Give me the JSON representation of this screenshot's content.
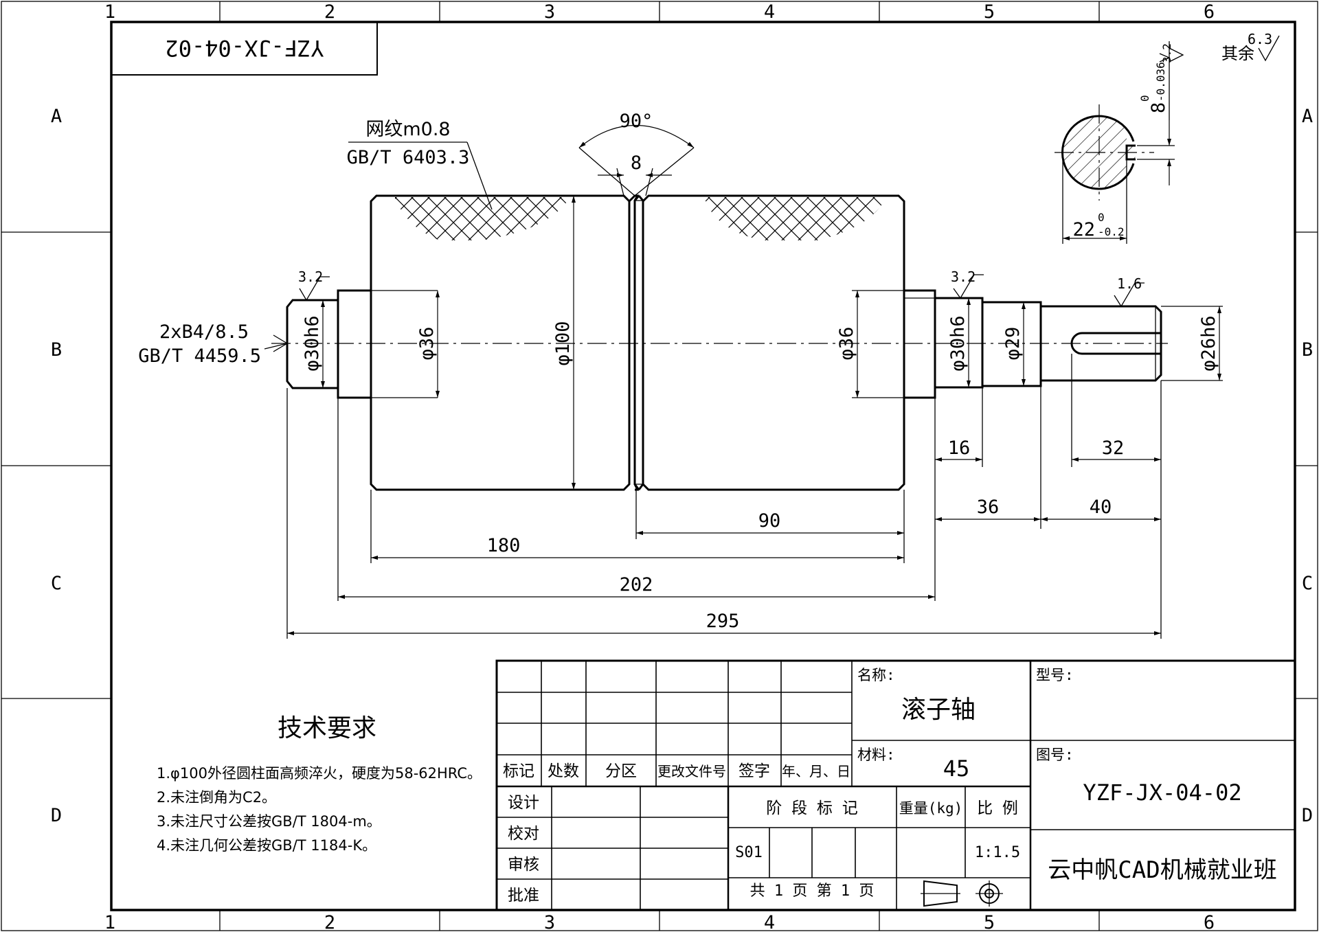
{
  "zone_columns": [
    "1",
    "2",
    "3",
    "4",
    "5",
    "6"
  ],
  "zone_rows": [
    "A",
    "B",
    "C",
    "D"
  ],
  "drawing_code_upside_down": "YZF-JX-04-02",
  "other_roughness": {
    "label": "其余",
    "value": "6.3"
  },
  "knurl_note": {
    "line1": "网纹m0.8",
    "line2": "GB/T 6403.3"
  },
  "groove": {
    "angle": "90°",
    "width": "8"
  },
  "center_hole_note": {
    "line1": "2xB4/8.5",
    "line2": "GB/T 4459.5"
  },
  "roughness": {
    "left_journal": "3.2",
    "right_journal": "3.2",
    "shaft_end": "1.6",
    "keyway": "3.2"
  },
  "diameters": {
    "left_journal": "φ30h6",
    "left_bore": "φ36",
    "roller": "φ100",
    "right_bore": "φ36",
    "right_journal": "φ30h6",
    "step": "φ29",
    "shaft_end": "φ26h6"
  },
  "lengths": {
    "d16": "16",
    "d32": "32",
    "d36": "36",
    "d40": "40",
    "d90": "90",
    "d180": "180",
    "d202": "202",
    "d295": "295"
  },
  "section": {
    "keyway_width": "8",
    "keyway_tol_upper": "0",
    "keyway_tol_lower": "-0.036",
    "depth": "22",
    "depth_tol_upper": "0",
    "depth_tol_lower": "-0.2"
  },
  "tech_requirements": {
    "title": "技术要求",
    "items": [
      "1.φ100外径圆柱面高频淬火，硬度为58-62HRC。",
      "2.未注倒角为C2。",
      "3.未注尺寸公差按GB/T 1804-m。",
      "4.未注几何公差按GB/T 1184-K。"
    ]
  },
  "title_block": {
    "name_label": "名称:",
    "name": "滚子轴",
    "model_label": "型号:",
    "material_label": "材料:",
    "material": "45",
    "drawing_no_label": "图号:",
    "drawing_no": "YZF-JX-04-02",
    "revision_headers": [
      "标记",
      "处数",
      "分区",
      "更改文件号",
      "签字",
      "年、月、日"
    ],
    "roles": [
      "设计",
      "校对",
      "审核",
      "批准"
    ],
    "stage_label": "阶 段 标 记",
    "weight_label": "重量(kg)",
    "scale_label": "比 例",
    "stage_code": "S01",
    "scale": "1:1.5",
    "sheet_text": "共 1 页  第 1 页",
    "company": "云中帆CAD机械就业班"
  }
}
